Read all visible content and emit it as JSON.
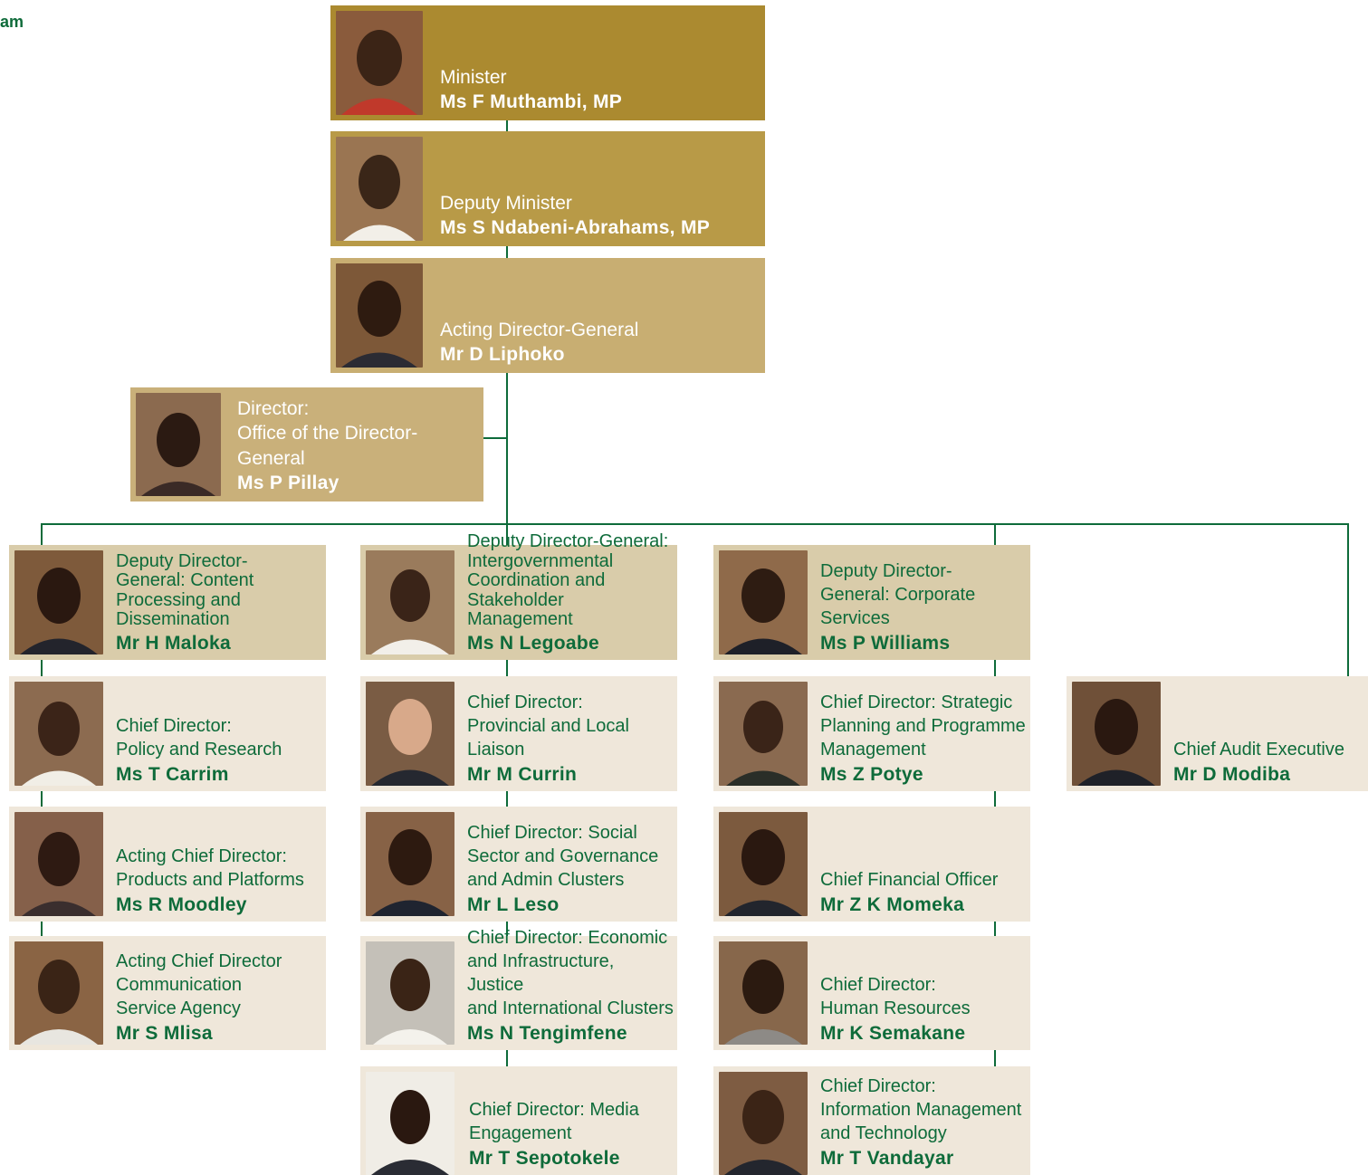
{
  "heading": "am",
  "colors": {
    "line": "#0e6b3a",
    "gold_dark": "#ab8a30",
    "gold_mid": "#b89a47",
    "gold_light": "#c8ae72",
    "tan": "#d9ccaa",
    "cream": "#efe7da",
    "text_green": "#0e6b3a"
  },
  "top": {
    "minister": {
      "role": "Minister",
      "name": "Ms F Muthambi, MP",
      "photo": "portrait-photo"
    },
    "deputy_minister": {
      "role": "Deputy Minister",
      "name": "Ms S Ndabeni-Abrahams, MP",
      "photo": "portrait-photo"
    },
    "director_general": {
      "role": "Acting Director-General",
      "name": "Mr D Liphoko",
      "photo": "portrait-photo"
    },
    "office_dg": {
      "role": "Director:\nOffice of the Director-\nGeneral",
      "name": "Ms P Pillay",
      "photo": "portrait-photo"
    }
  },
  "columns": [
    {
      "head": {
        "role": "Deputy Director-\nGeneral: Content\nProcessing and\nDissemination",
        "name": "Mr H Maloka"
      },
      "members": [
        {
          "role": "Chief Director:\nPolicy and Research",
          "name": "Ms T Carrim"
        },
        {
          "role": "Acting Chief Director:\nProducts and Platforms",
          "name": "Ms R Moodley"
        },
        {
          "role": "Acting Chief Director\nCommunication\nService Agency",
          "name": "Mr S Mlisa"
        }
      ]
    },
    {
      "head": {
        "role": "Deputy Director-General:\nIntergovernmental\nCoordination and\nStakeholder Management",
        "name": "Ms N Legoabe"
      },
      "members": [
        {
          "role": "Chief Director:\nProvincial and Local\nLiaison",
          "name": "Mr M Currin"
        },
        {
          "role": "Chief Director: Social\nSector and Governance\nand Admin Clusters",
          "name": "Mr L Leso"
        },
        {
          "role": "Chief Director: Economic\nand Infrastructure, Justice\nand International Clusters",
          "name": "Ms N Tengimfene"
        },
        {
          "role": "Chief Director: Media\nEngagement",
          "name": "Mr T Sepotokele"
        }
      ]
    },
    {
      "head": {
        "role": "Deputy Director-\nGeneral: Corporate\nServices",
        "name": "Ms P Williams"
      },
      "members": [
        {
          "role": "Chief Director: Strategic\nPlanning and Programme\nManagement",
          "name": "Ms Z Potye"
        },
        {
          "role": "Chief Financial Officer",
          "name": "Mr Z K Momeka"
        },
        {
          "role": "Chief Director:\nHuman Resources",
          "name": "Mr K Semakane"
        },
        {
          "role": "Chief Director:\nInformation Management\nand Technology",
          "name": "Mr T Vandayar"
        }
      ]
    },
    {
      "members": [
        {
          "role": "Chief Audit Executive",
          "name": "Mr D Modiba"
        }
      ]
    }
  ]
}
